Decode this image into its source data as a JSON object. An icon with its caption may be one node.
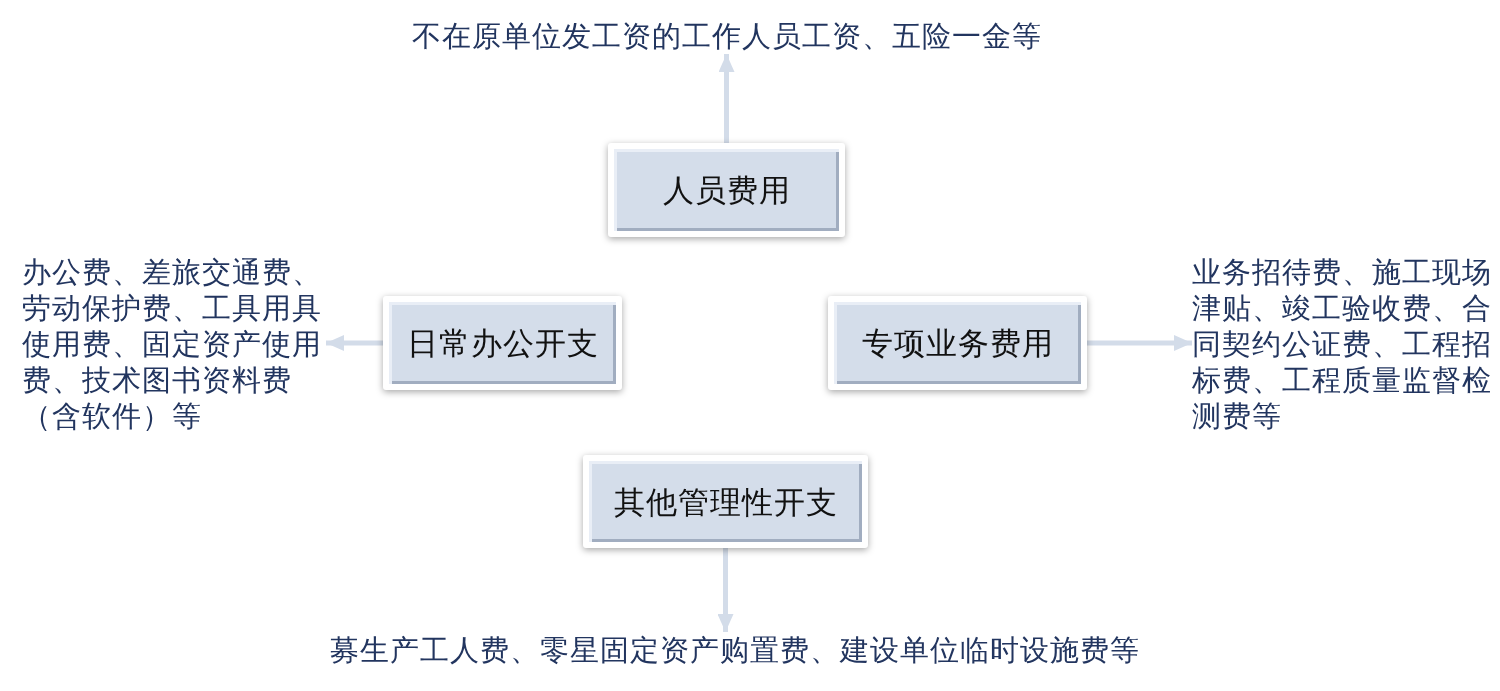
{
  "diagram": {
    "nodes": [
      {
        "text": [
          "不在原单位发工资的工作人员工资、五险一金等"
        ]
      },
      {
        "text": [
          "人员费用"
        ]
      },
      {
        "text": [
          "办公费、差旅交通费、劳动保护费、工具用具使用费、固定资产使用费、技术图书资料费（含软件）等"
        ]
      },
      {
        "text": [
          "日常办公开支"
        ]
      },
      {
        "text": [
          "专项业务费用"
        ]
      },
      {
        "text": [
          "业务招待费、施工现场津贴、竣工验收费、合同契约公证费、工程招标费、工程质量监督检测费等"
        ]
      },
      {
        "text": [
          "其他管理性开支"
        ]
      },
      {
        "text": [
          "募生产工人费、零星固定资产购置费、建设单位临时设施费等"
        ]
      }
    ],
    "edges": [
      {
        "from": 1,
        "to": 0,
        "arrow": "to"
      },
      {
        "from": 3,
        "to": 2,
        "arrow": "to"
      },
      {
        "from": 4,
        "to": 5,
        "arrow": "to"
      },
      {
        "from": 6,
        "to": 7,
        "arrow": "to"
      }
    ]
  }
}
